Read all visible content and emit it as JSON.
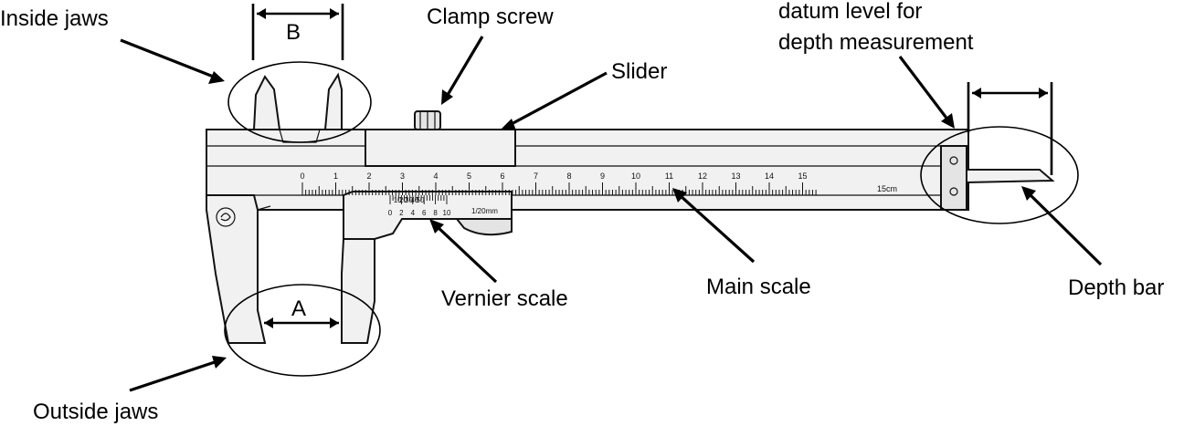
{
  "labels": {
    "inside_jaws": "Inside jaws",
    "clamp_screw": "Clamp screw",
    "slider": "Slider",
    "datum_line1": "datum level for",
    "datum_line2": "depth measurement",
    "vernier_scale": "Vernier scale",
    "main_scale": "Main scale",
    "depth_bar": "Depth bar",
    "outside_jaws": "Outside jaws"
  },
  "dimensions": {
    "a": "A",
    "b": "B"
  },
  "main_scale": {
    "numbers": [
      "0",
      "1",
      "2",
      "3",
      "4",
      "5",
      "6",
      "7",
      "8",
      "9",
      "10",
      "11",
      "12",
      "13",
      "14",
      "15"
    ],
    "unit": "15cm"
  },
  "vernier": {
    "numbers": [
      "0",
      "2",
      "4",
      "6",
      "8",
      "10"
    ],
    "top_numbers": [
      "10",
      "20",
      "30",
      "40",
      "50"
    ],
    "resolution": "1/20mm"
  }
}
